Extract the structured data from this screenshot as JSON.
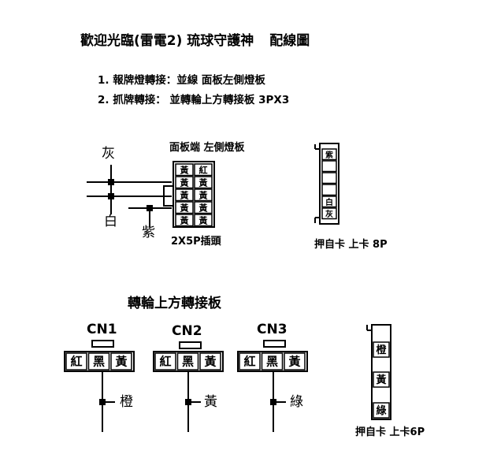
{
  "title": {
    "main": "歡迎光臨(雷電2) 琉球守護神",
    "sub": "配線圖"
  },
  "notes": [
    "1. 報牌燈轉接：並線 面板左側燈板",
    "2. 抓牌轉接： 並轉輪上方轉接板 3PX3"
  ],
  "panel_diagram": {
    "header": "面板端 左側燈板",
    "connector_label": "2X5P插頭",
    "wire_labels": {
      "gray": "灰",
      "white": "白",
      "purple": "紫"
    },
    "pins": [
      [
        "黃",
        "紅"
      ],
      [
        "黃",
        "黃"
      ],
      [
        "黃",
        "黃"
      ],
      [
        "黃",
        "黃"
      ],
      [
        "黃",
        "黃"
      ]
    ]
  },
  "card_8p": {
    "pins": [
      "紫",
      "",
      "",
      "",
      "白",
      "灰"
    ],
    "label": "押自卡 上卡 8P"
  },
  "reel_board": {
    "title": "轉輪上方轉接板",
    "connectors": [
      {
        "name": "CN1",
        "pins": [
          "紅",
          "黑",
          "黃"
        ],
        "wire": "橙"
      },
      {
        "name": "CN2",
        "pins": [
          "紅",
          "黑",
          "黃"
        ],
        "wire": "黃"
      },
      {
        "name": "CN3",
        "pins": [
          "紅",
          "黑",
          "黃"
        ],
        "wire": "綠"
      }
    ]
  },
  "card_6p": {
    "pins": [
      "橙",
      "黃",
      "綠"
    ],
    "label": "押自卡 上卡6P"
  }
}
